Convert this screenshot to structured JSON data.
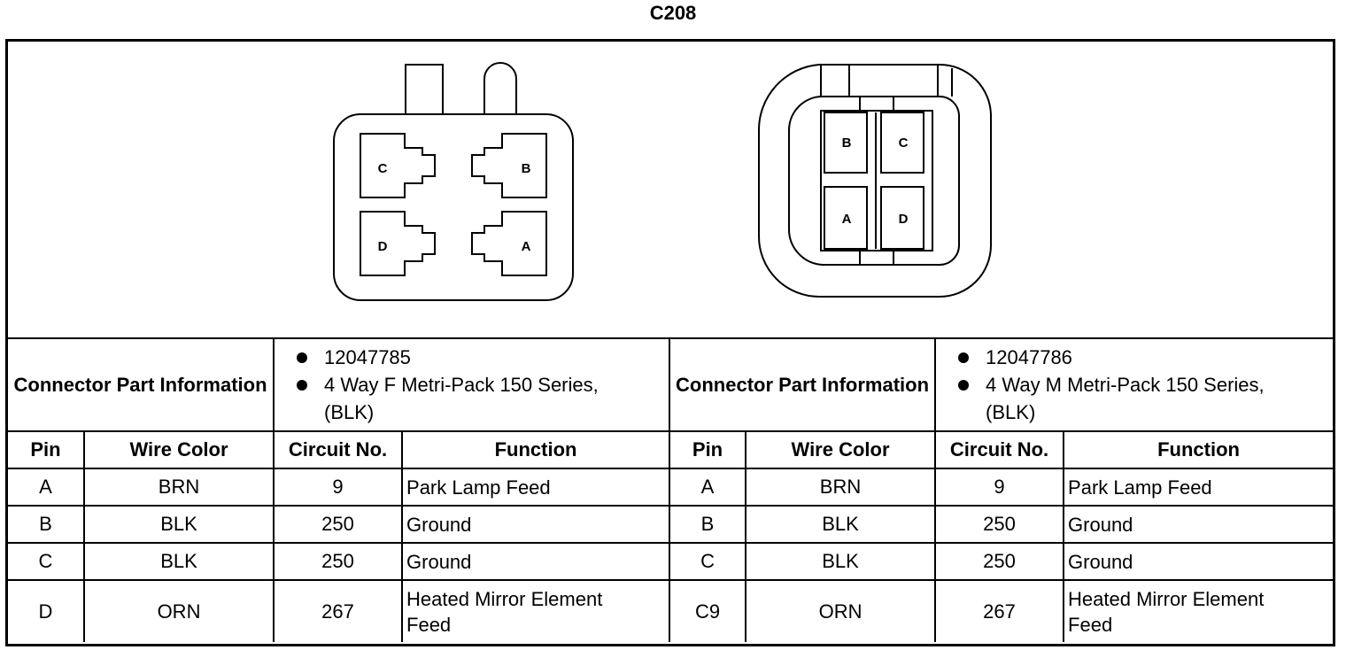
{
  "title": "C208",
  "pin_labels_left": {
    "c": "C",
    "b": "B",
    "d": "D",
    "a": "A"
  },
  "pin_labels_right": {
    "b": "B",
    "c": "C",
    "a": "A",
    "d": "D"
  },
  "left_connector": {
    "heading": "Connector Part Information",
    "part_number": "12047785",
    "description_line1": "4 Way F Metri-Pack 150 Series,",
    "description_line2": "(BLK)"
  },
  "right_connector": {
    "heading": "Connector Part Information",
    "part_number": "12047786",
    "description_line1": "4 Way M Metri-Pack 150 Series,",
    "description_line2": "(BLK)"
  },
  "columns": [
    "Pin",
    "Wire Color",
    "Circuit No.",
    "Function"
  ],
  "left_rows": [
    {
      "pin": "A",
      "wire": "BRN",
      "circuit": "9",
      "function": "Park Lamp Feed"
    },
    {
      "pin": "B",
      "wire": "BLK",
      "circuit": "250",
      "function": "Ground"
    },
    {
      "pin": "C",
      "wire": "BLK",
      "circuit": "250",
      "function": "Ground"
    },
    {
      "pin": "D",
      "wire": "ORN",
      "circuit": "267",
      "function_line1": "Heated Mirror Element",
      "function_line2": "Feed"
    }
  ],
  "right_rows": [
    {
      "pin": "A",
      "wire": "BRN",
      "circuit": "9",
      "function": "Park Lamp Feed"
    },
    {
      "pin": "B",
      "wire": "BLK",
      "circuit": "250",
      "function": "Ground"
    },
    {
      "pin": "C",
      "wire": "BLK",
      "circuit": "250",
      "function": "Ground"
    },
    {
      "pin": "C9",
      "wire": "ORN",
      "circuit": "267",
      "function_line1": "Heated Mirror Element",
      "function_line2": "Feed"
    }
  ]
}
